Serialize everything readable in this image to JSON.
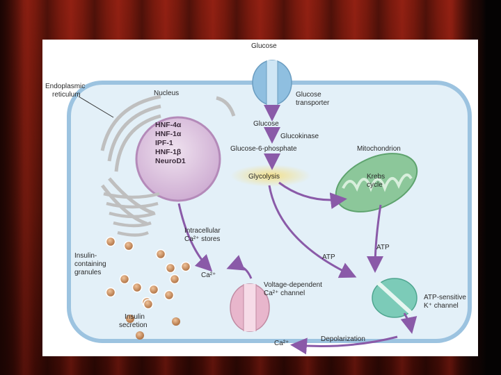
{
  "diagram": {
    "labels": {
      "glucose_top": "Glucose",
      "glucose_transporter_1": "Glucose",
      "glucose_transporter_2": "transporter",
      "er_1": "Endoplasmic",
      "er_2": "reticulum",
      "nucleus": "Nucleus",
      "genes": [
        "HNF-4α",
        "HNF-1α",
        "IPF-1",
        "HNF-1β",
        "NeuroD1"
      ],
      "glucose_in": "Glucose",
      "glucokinase": "Glucokinase",
      "g6p": "Glucose-6-phosphate",
      "mitochondrion": "Mitochondrion",
      "glycolysis": "Glycolysis",
      "krebs_1": "Krebs",
      "krebs_2": "cycle",
      "ca_stores_1": "Intracellular",
      "ca_stores_2": "Ca²⁺ stores",
      "insulin_granules_1": "Insulin-",
      "insulin_granules_2": "containing",
      "insulin_granules_3": "granules",
      "ca_inner": "Ca²⁺",
      "atp_left": "ATP",
      "atp_right": "ATP",
      "vdcc_1": "Voltage-dependent",
      "vdcc_2": "Ca²⁺ channel",
      "katp_1": "ATP-sensitive",
      "katp_2": "K⁺ channel",
      "insulin_secretion_1": "Insulin",
      "insulin_secretion_2": "secretion",
      "ca_outer": "Ca²⁺",
      "depolarization": "Depolarization"
    },
    "colors": {
      "cell_membrane": "#9cc3e0",
      "cytoplasm": "#e3f0f8",
      "nucleus": "#d9c3dc",
      "mitochondrion": "#8cc79a",
      "arrow": "#8a5aa8",
      "glycolysis_glow": "#f3e08a",
      "granule": "#c98a5a",
      "vdcc": "#e8b6cc",
      "katp": "#7ccbb8",
      "glut": "#8fbfe0"
    }
  }
}
